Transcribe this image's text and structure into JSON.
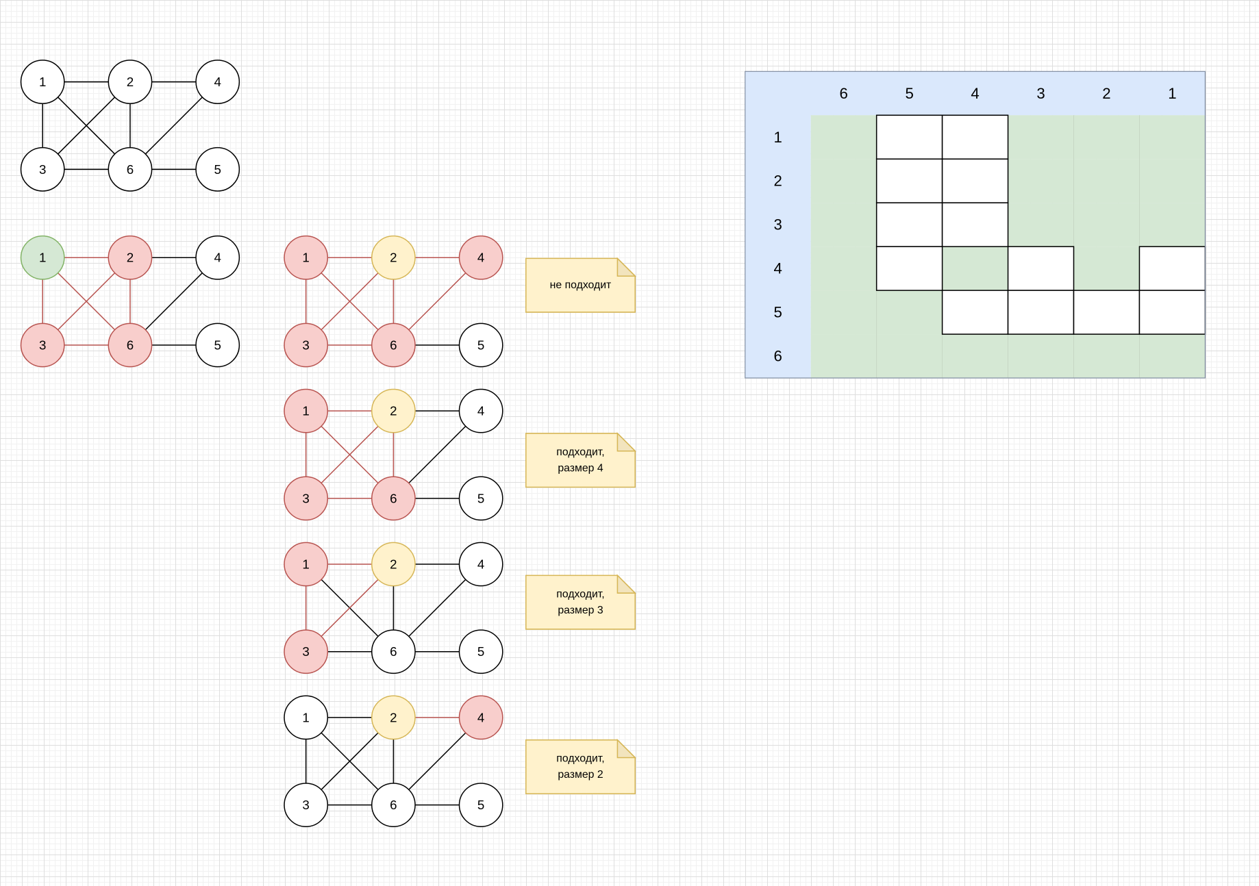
{
  "colors": {
    "default_fill": "#ffffff",
    "default_stroke": "#000000",
    "red_fill": "#f8cecc",
    "red_stroke": "#b85450",
    "green_fill": "#d5e8d4",
    "green_stroke": "#82b366",
    "yellow_fill": "#fff2cc",
    "yellow_stroke": "#d6b656",
    "note_fold": "#f2e4bd",
    "header_fill": "#dae8fc",
    "table_border": "#7f8ba0",
    "table_separator": "#c3d3c1",
    "cell_border": "#000000"
  },
  "graphs": [
    {
      "nodes": [
        {
          "label": "1",
          "color": "white"
        },
        {
          "label": "2",
          "color": "white"
        },
        {
          "label": "4",
          "color": "white"
        },
        {
          "label": "3",
          "color": "white"
        },
        {
          "label": "6",
          "color": "white"
        },
        {
          "label": "5",
          "color": "white"
        }
      ],
      "edges": [
        {
          "from": "1",
          "to": "2",
          "color": "black"
        },
        {
          "from": "2",
          "to": "4",
          "color": "black"
        },
        {
          "from": "1",
          "to": "3",
          "color": "black"
        },
        {
          "from": "1",
          "to": "6",
          "color": "black"
        },
        {
          "from": "2",
          "to": "3",
          "color": "black"
        },
        {
          "from": "2",
          "to": "6",
          "color": "black"
        },
        {
          "from": "4",
          "to": "6",
          "color": "black"
        },
        {
          "from": "3",
          "to": "6",
          "color": "black"
        },
        {
          "from": "6",
          "to": "5",
          "color": "black"
        }
      ],
      "note": null
    },
    {
      "nodes": [
        {
          "label": "1",
          "color": "green"
        },
        {
          "label": "2",
          "color": "red"
        },
        {
          "label": "4",
          "color": "white"
        },
        {
          "label": "3",
          "color": "red"
        },
        {
          "label": "6",
          "color": "red"
        },
        {
          "label": "5",
          "color": "white"
        }
      ],
      "edges": [
        {
          "from": "1",
          "to": "2",
          "color": "red"
        },
        {
          "from": "2",
          "to": "4",
          "color": "black"
        },
        {
          "from": "1",
          "to": "3",
          "color": "red"
        },
        {
          "from": "1",
          "to": "6",
          "color": "red"
        },
        {
          "from": "2",
          "to": "3",
          "color": "red"
        },
        {
          "from": "2",
          "to": "6",
          "color": "red"
        },
        {
          "from": "4",
          "to": "6",
          "color": "black"
        },
        {
          "from": "3",
          "to": "6",
          "color": "red"
        },
        {
          "from": "6",
          "to": "5",
          "color": "black"
        }
      ],
      "note": null
    },
    {
      "nodes": [
        {
          "label": "1",
          "color": "red"
        },
        {
          "label": "2",
          "color": "yellow"
        },
        {
          "label": "4",
          "color": "red"
        },
        {
          "label": "3",
          "color": "red"
        },
        {
          "label": "6",
          "color": "red"
        },
        {
          "label": "5",
          "color": "white"
        }
      ],
      "edges": [
        {
          "from": "1",
          "to": "2",
          "color": "red"
        },
        {
          "from": "2",
          "to": "4",
          "color": "red"
        },
        {
          "from": "1",
          "to": "3",
          "color": "red"
        },
        {
          "from": "1",
          "to": "6",
          "color": "red"
        },
        {
          "from": "2",
          "to": "3",
          "color": "red"
        },
        {
          "from": "2",
          "to": "6",
          "color": "red"
        },
        {
          "from": "4",
          "to": "6",
          "color": "red"
        },
        {
          "from": "3",
          "to": "6",
          "color": "red"
        },
        {
          "from": "6",
          "to": "5",
          "color": "black"
        }
      ],
      "note": {
        "lines": [
          "не подходит"
        ]
      }
    },
    {
      "nodes": [
        {
          "label": "1",
          "color": "red"
        },
        {
          "label": "2",
          "color": "yellow"
        },
        {
          "label": "4",
          "color": "white"
        },
        {
          "label": "3",
          "color": "red"
        },
        {
          "label": "6",
          "color": "red"
        },
        {
          "label": "5",
          "color": "white"
        }
      ],
      "edges": [
        {
          "from": "1",
          "to": "2",
          "color": "red"
        },
        {
          "from": "2",
          "to": "4",
          "color": "black"
        },
        {
          "from": "1",
          "to": "3",
          "color": "red"
        },
        {
          "from": "1",
          "to": "6",
          "color": "red"
        },
        {
          "from": "2",
          "to": "3",
          "color": "red"
        },
        {
          "from": "2",
          "to": "6",
          "color": "red"
        },
        {
          "from": "4",
          "to": "6",
          "color": "black"
        },
        {
          "from": "3",
          "to": "6",
          "color": "red"
        },
        {
          "from": "6",
          "to": "5",
          "color": "black"
        }
      ],
      "note": {
        "lines": [
          "подходит,",
          "размер 4"
        ]
      }
    },
    {
      "nodes": [
        {
          "label": "1",
          "color": "red"
        },
        {
          "label": "2",
          "color": "yellow"
        },
        {
          "label": "4",
          "color": "white"
        },
        {
          "label": "3",
          "color": "red"
        },
        {
          "label": "6",
          "color": "white"
        },
        {
          "label": "5",
          "color": "white"
        }
      ],
      "edges": [
        {
          "from": "1",
          "to": "2",
          "color": "red"
        },
        {
          "from": "2",
          "to": "4",
          "color": "black"
        },
        {
          "from": "1",
          "to": "3",
          "color": "red"
        },
        {
          "from": "1",
          "to": "6",
          "color": "black"
        },
        {
          "from": "2",
          "to": "3",
          "color": "red"
        },
        {
          "from": "2",
          "to": "6",
          "color": "black"
        },
        {
          "from": "4",
          "to": "6",
          "color": "black"
        },
        {
          "from": "3",
          "to": "6",
          "color": "black"
        },
        {
          "from": "6",
          "to": "5",
          "color": "black"
        }
      ],
      "note": {
        "lines": [
          "подходит,",
          "размер 3"
        ]
      }
    },
    {
      "nodes": [
        {
          "label": "1",
          "color": "white"
        },
        {
          "label": "2",
          "color": "yellow"
        },
        {
          "label": "4",
          "color": "red"
        },
        {
          "label": "3",
          "color": "white"
        },
        {
          "label": "6",
          "color": "white"
        },
        {
          "label": "5",
          "color": "white"
        }
      ],
      "edges": [
        {
          "from": "1",
          "to": "2",
          "color": "black"
        },
        {
          "from": "2",
          "to": "4",
          "color": "red"
        },
        {
          "from": "1",
          "to": "3",
          "color": "black"
        },
        {
          "from": "1",
          "to": "6",
          "color": "black"
        },
        {
          "from": "2",
          "to": "3",
          "color": "black"
        },
        {
          "from": "2",
          "to": "6",
          "color": "black"
        },
        {
          "from": "4",
          "to": "6",
          "color": "black"
        },
        {
          "from": "3",
          "to": "6",
          "color": "black"
        },
        {
          "from": "6",
          "to": "5",
          "color": "black"
        }
      ],
      "note": {
        "lines": [
          "подходит,",
          "размер 2"
        ]
      }
    }
  ],
  "table": {
    "columns": [
      "6",
      "5",
      "4",
      "3",
      "2",
      "1"
    ],
    "rows": [
      {
        "label": "1",
        "cells": [
          "green",
          "white",
          "white",
          "green",
          "green",
          "green"
        ]
      },
      {
        "label": "2",
        "cells": [
          "green",
          "white",
          "white",
          "green",
          "green",
          "green"
        ]
      },
      {
        "label": "3",
        "cells": [
          "green",
          "white",
          "white",
          "green",
          "green",
          "green"
        ]
      },
      {
        "label": "4",
        "cells": [
          "green",
          "white",
          "green",
          "white",
          "green",
          "white"
        ]
      },
      {
        "label": "5",
        "cells": [
          "green",
          "green",
          "white",
          "white",
          "white",
          "white"
        ]
      },
      {
        "label": "6",
        "cells": [
          "green",
          "green",
          "green",
          "green",
          "green",
          "green"
        ]
      }
    ]
  }
}
